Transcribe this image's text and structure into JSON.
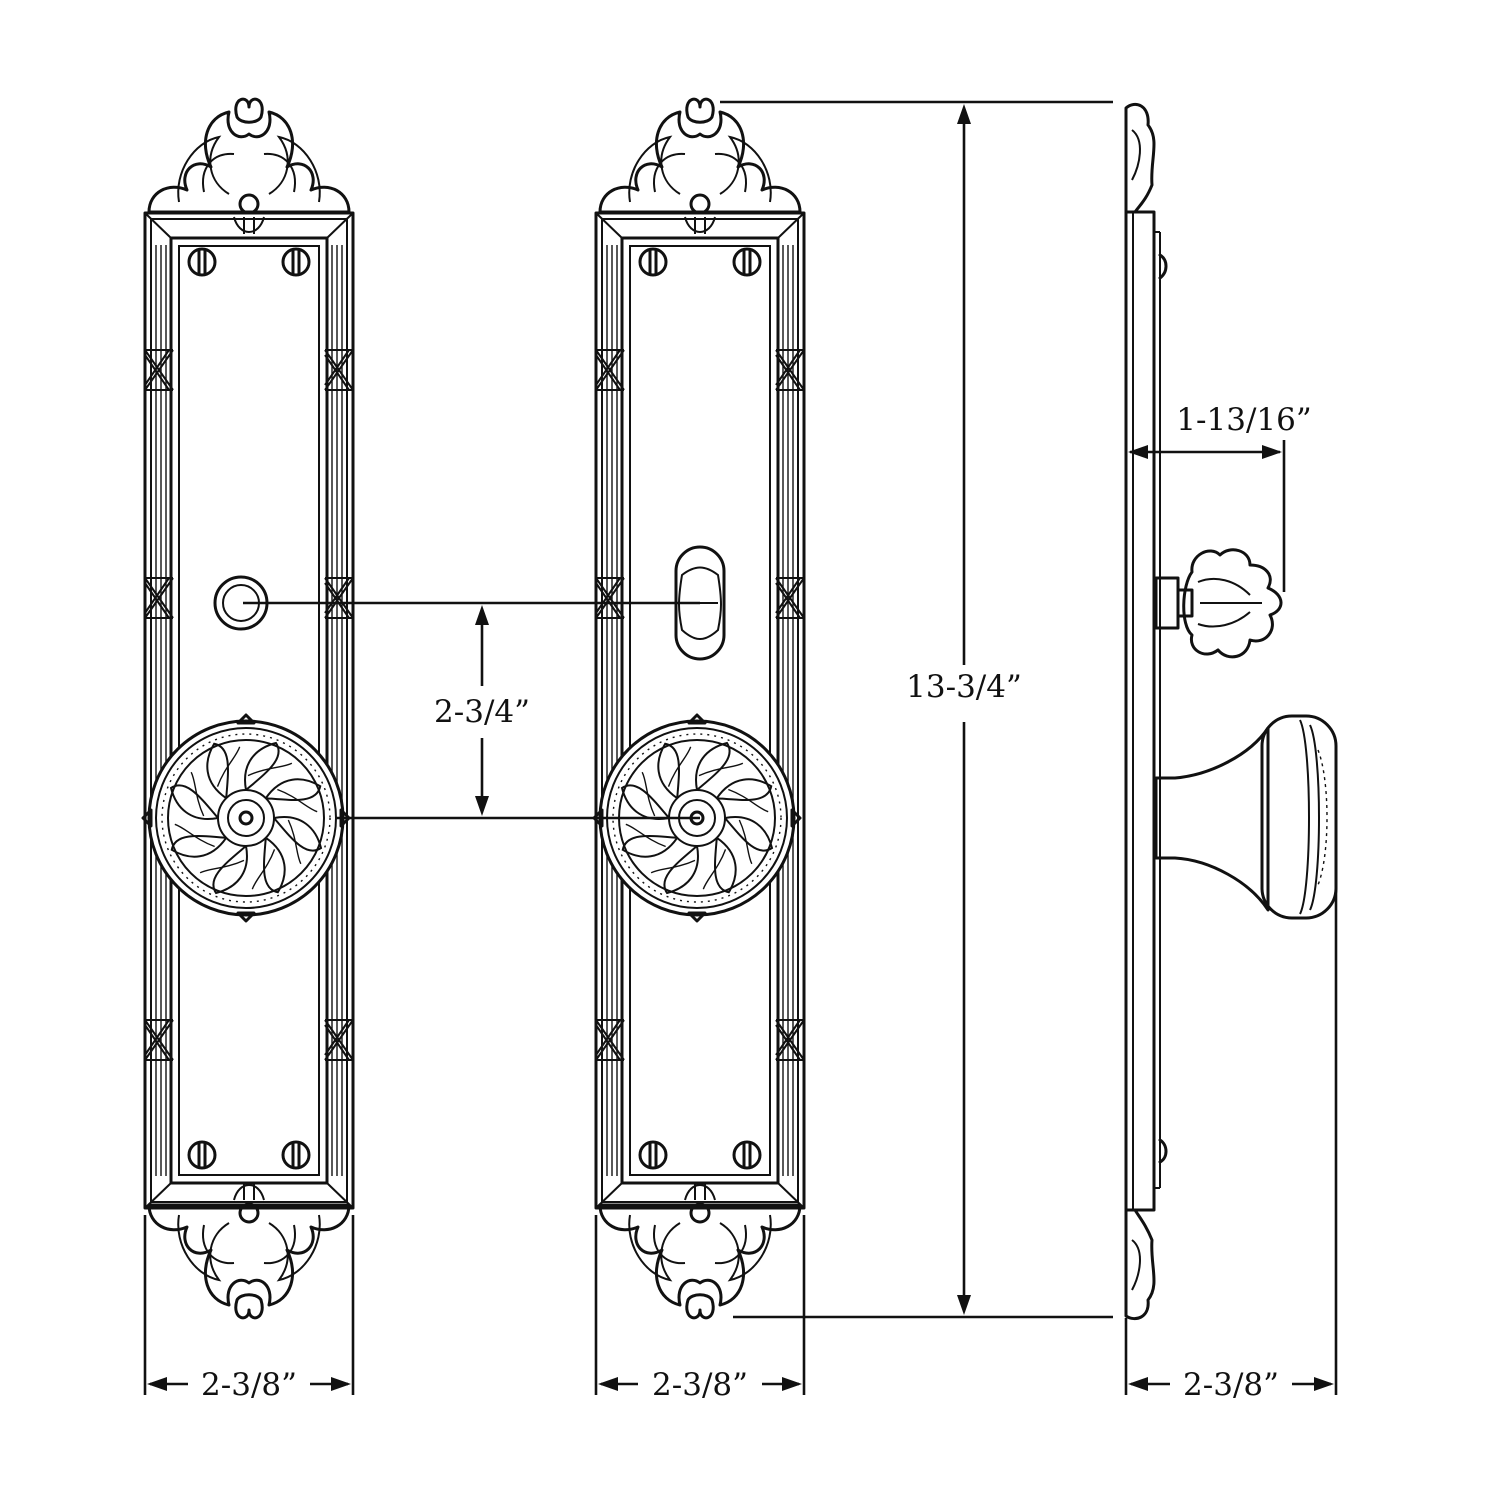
{
  "dimensions": {
    "plate_width_front_left": "2-3/8”",
    "plate_width_front_right": "2-3/8”",
    "projection_width_side": "2-3/8”",
    "knob_to_cylinder_spacing": "2-3/4”",
    "plate_height": "13-3/4”",
    "thumbturn_projection": "1-13/16”"
  },
  "views": [
    {
      "name": "exterior-escutcheon",
      "features": [
        "cylinder",
        "knob"
      ]
    },
    {
      "name": "interior-escutcheon",
      "features": [
        "thumbturn",
        "knob"
      ]
    },
    {
      "name": "side-profile",
      "features": [
        "thumbturn",
        "knob"
      ]
    }
  ],
  "colors": {
    "line": "#111111",
    "background": "#ffffff"
  }
}
